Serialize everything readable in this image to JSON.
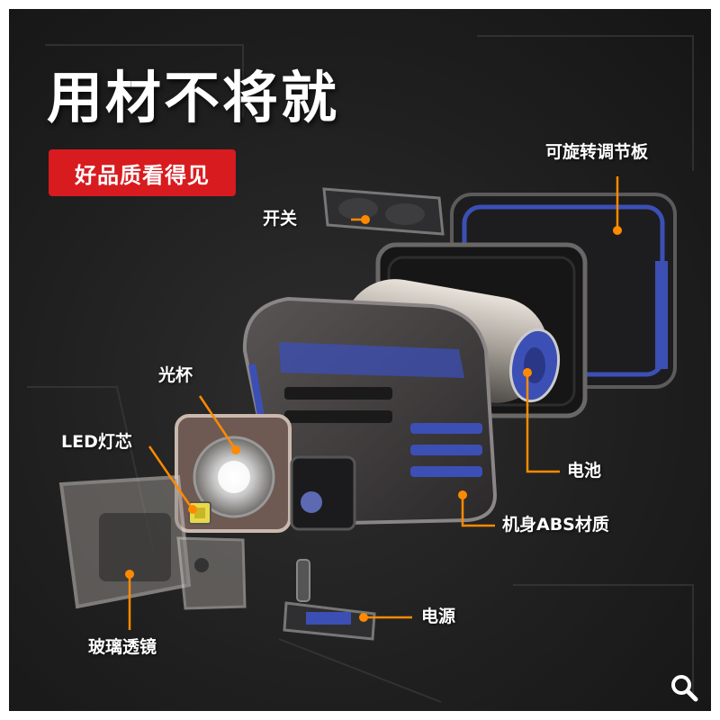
{
  "headline": "用材不将就",
  "badge": "好品质看得见",
  "colors": {
    "accent": "#d81b1f",
    "leader_lines": "#ff8a00",
    "body_blue": "#3c4fb5"
  },
  "labels": {
    "cover": "可旋转调节板",
    "switch": "开关",
    "reflector": "光杯",
    "led": "LED灯芯",
    "battery": "电池",
    "housing": "机身ABS材质",
    "power": "电源",
    "lens": "玻璃透镜"
  },
  "icons": [
    "search-icon"
  ]
}
